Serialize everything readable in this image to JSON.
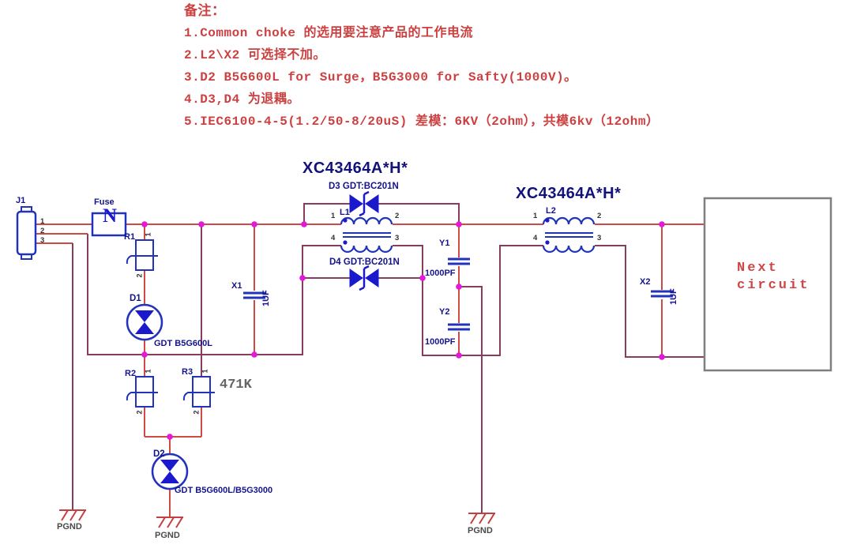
{
  "notes": {
    "title": "备注：",
    "lines": [
      "1.Common choke 的选用要注意产品的工作电流",
      "2.L2\\X2 可选择不加。",
      "3.D2 B5G600L for Surge，B5G3000 for Safty(1000V)。",
      "4.D3,D4 为退耦。",
      "5.IEC6100-4-5(1.2/50-8/20uS) 差模：6KV（2ohm），共模6kv（12ohm）"
    ]
  },
  "components": {
    "j1": "J1",
    "j1_pins": [
      "1",
      "2",
      "3"
    ],
    "fuse": "Fuse",
    "fuse_symbol": "N",
    "r1": "R1",
    "r2": "R2",
    "r3": "R3",
    "r3_value": "471K",
    "varistor_pins": [
      "1",
      "2"
    ],
    "d1": "D1",
    "d1_value": "GDT B5G600L",
    "d2": "D2",
    "d2_value": "GDT B5G600L/B5G3000",
    "d3": "D3 GDT:BC201N",
    "d4": "D4 GDT:BC201N",
    "l1": "L1",
    "l2": "L2",
    "choke_pins": [
      "1",
      "2",
      "4",
      "3"
    ],
    "x1": "X1",
    "x1_value": "1UF",
    "x2": "X2",
    "x2_value": "1UF",
    "y1": "Y1",
    "y1_value": "1000PF",
    "y2": "Y2",
    "y2_value": "1000PF",
    "choke_part_left": "XC43464A*H*",
    "choke_part_right": "XC43464A*H*",
    "next_circuit": [
      "Next",
      "circuit"
    ],
    "ground": "PGND"
  },
  "colors": {
    "wire_red": "#cf4a45",
    "wire_maroon": "#8a3b5e",
    "junction": "#e318d8",
    "symbol_blue": "#2233bb",
    "symbol_fill": "#1a1acc",
    "label_navy": "#14148c",
    "note_red": "#cb4040",
    "ground_red": "#c44040",
    "box_gray": "#7f7f7f"
  }
}
